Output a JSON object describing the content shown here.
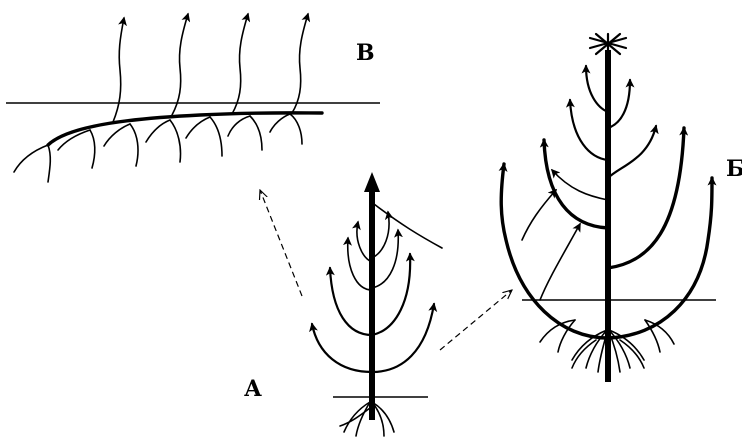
{
  "labels": {
    "a": "А",
    "b": "Б",
    "v": "В"
  }
}
